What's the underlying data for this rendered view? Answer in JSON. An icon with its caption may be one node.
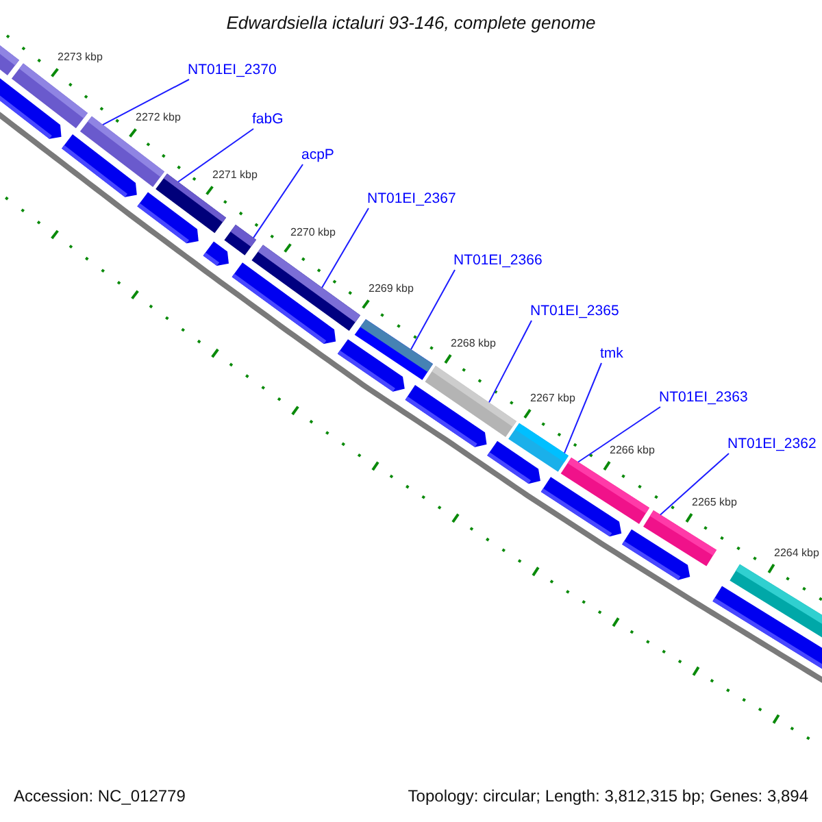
{
  "diagram": {
    "title": "Edwardsiella ictaluri 93-146, complete genome",
    "nodes": [
      {
        "text": [
          "NT01EI_2370"
        ]
      },
      {
        "text": [
          "fabG"
        ]
      },
      {
        "text": [
          "acpP"
        ]
      },
      {
        "text": [
          "NT01EI_2367"
        ]
      },
      {
        "text": [
          "NT01EI_2366"
        ]
      },
      {
        "text": [
          "NT01EI_2365"
        ]
      },
      {
        "text": [
          "tmk"
        ]
      },
      {
        "text": [
          "NT01EI_2363"
        ]
      },
      {
        "text": [
          "NT01EI_2362"
        ]
      },
      {
        "text": [],
        "shape": "bar"
      },
      {
        "text": [],
        "shape": "bar"
      },
      {
        "text": [],
        "shape": "bar"
      },
      {
        "text": [],
        "shape": "bar"
      },
      {
        "text": [],
        "shape": "bar"
      },
      {
        "text": [],
        "shape": "bar"
      },
      {
        "text": [],
        "shape": "bar"
      },
      {
        "text": [],
        "shape": "bar"
      },
      {
        "text": [],
        "shape": "bar"
      },
      {
        "text": [],
        "shape": "bar"
      },
      {
        "text": [],
        "shape": "bar"
      },
      {
        "text": [],
        "shape": "bar"
      }
    ],
    "edges": [
      {
        "from": 0,
        "to": 11,
        "arrow": "none"
      },
      {
        "from": 1,
        "to": 12,
        "arrow": "none"
      },
      {
        "from": 2,
        "to": 13,
        "arrow": "none"
      },
      {
        "from": 3,
        "to": 14,
        "arrow": "none"
      },
      {
        "from": 4,
        "to": 15,
        "arrow": "none"
      },
      {
        "from": 5,
        "to": 16,
        "arrow": "none"
      },
      {
        "from": 6,
        "to": 17,
        "arrow": "none"
      },
      {
        "from": 7,
        "to": 18,
        "arrow": "none"
      },
      {
        "from": 8,
        "to": 19,
        "arrow": "none"
      }
    ],
    "labels": [
      "2273 kbp",
      "2272 kbp",
      "2271 kbp",
      "2270 kbp",
      "2269 kbp",
      "2268 kbp",
      "2267 kbp",
      "2266 kbp",
      "2265 kbp",
      "2264 kbp",
      "Accession: NC_012779",
      "Topology: circular; Length: 3,812,315 bp; Genes: 3,894"
    ]
  }
}
